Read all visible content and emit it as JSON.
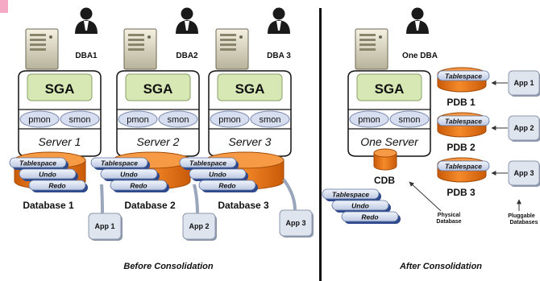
{
  "left": {
    "caption": "Before Consolidation",
    "dbas": [
      "DBA1",
      "DBA2",
      "DBA 3"
    ],
    "servers": [
      {
        "name": "Server 1",
        "sga": "SGA",
        "procs": [
          "pmon",
          "smon"
        ],
        "database": "Database 1",
        "app": "App 1"
      },
      {
        "name": "Server 2",
        "sga": "SGA",
        "procs": [
          "pmon",
          "smon"
        ],
        "database": "Database 2",
        "app": "App 2"
      },
      {
        "name": "Server 3",
        "sga": "SGA",
        "procs": [
          "pmon",
          "smon"
        ],
        "database": "Database 3",
        "app": "App 3"
      }
    ],
    "files": [
      "Tablespace",
      "Undo",
      "Redo"
    ]
  },
  "right": {
    "caption": "After Consolidation",
    "dba": "One DBA",
    "server": {
      "name": "One Server",
      "sga": "SGA",
      "procs": [
        "pmon",
        "smon"
      ]
    },
    "cdb": "CDB",
    "files": [
      "Tablespace",
      "Undo",
      "Redo"
    ],
    "pdbs": [
      {
        "name": "PDB 1",
        "tablespace": "Tablespace",
        "app": "App 1"
      },
      {
        "name": "PDB 2",
        "tablespace": "Tablespace",
        "app": "App 2"
      },
      {
        "name": "PDB 3",
        "tablespace": "Tablespace",
        "app": "App 3"
      }
    ],
    "physical_label": [
      "Physical",
      "Database"
    ],
    "pluggable_label": [
      "Pluggable",
      "Databases"
    ]
  },
  "colors": {
    "orange": "#f07818",
    "ellipse_blue": "#d6deef",
    "file_blue": "#2e4a8c",
    "pdb_green": "#7cd36a",
    "server_box": "#d7e8b4"
  }
}
